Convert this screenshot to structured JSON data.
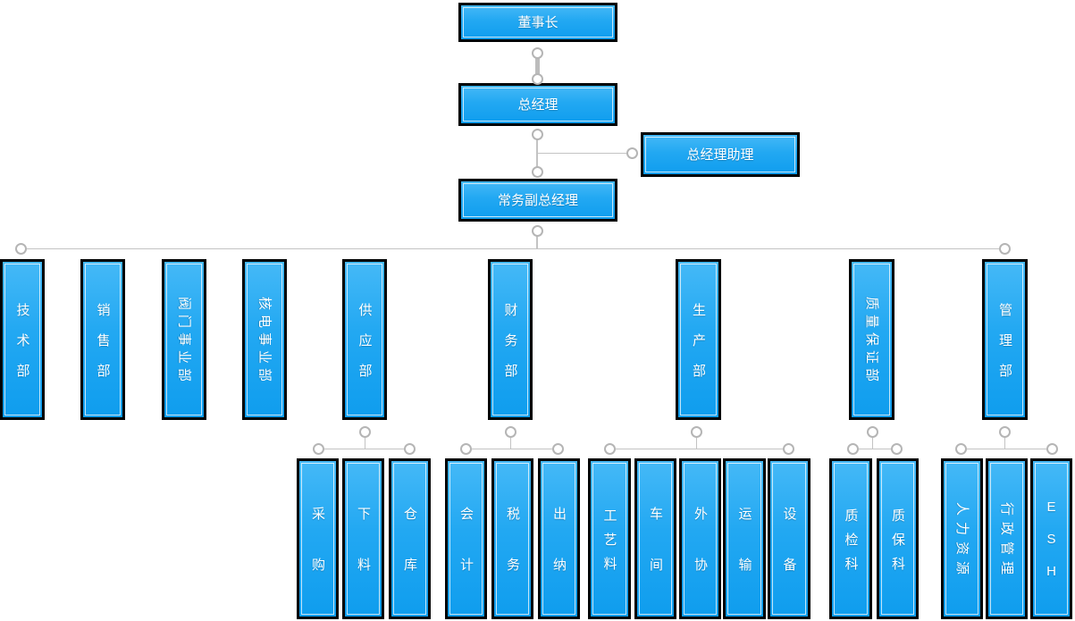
{
  "colors": {
    "box_fill_top": "#45b9f7",
    "box_fill_bottom": "#0f9dee",
    "box_border": "#000000",
    "box_inner_border": "#ffffff",
    "label_text": "#ffffff",
    "connector_line": "#c3c3c3",
    "connector_node_fill": "#ffffff",
    "connector_node_border": "#b5b5b5"
  },
  "executives": {
    "chairman": "董事长",
    "general_manager": "总经理",
    "gm_assistant": "总经理助理",
    "executive_deputy_gm": "常务副总经理"
  },
  "departments": [
    "技术部",
    "销售部",
    "阀门事业部",
    "核电事业部",
    "供应部",
    "财务部",
    "生产部",
    "质量保证部",
    "管理部"
  ],
  "subdepartments": {
    "supply": [
      "采购",
      "下料",
      "仓库"
    ],
    "finance": [
      "会计",
      "税务",
      "出纳"
    ],
    "production": [
      "工艺料",
      "车间",
      "外协",
      "运输",
      "设备"
    ],
    "quality": [
      "质检科",
      "质保科"
    ],
    "admin": [
      "人力资源",
      "行政管理",
      "ESH"
    ]
  }
}
